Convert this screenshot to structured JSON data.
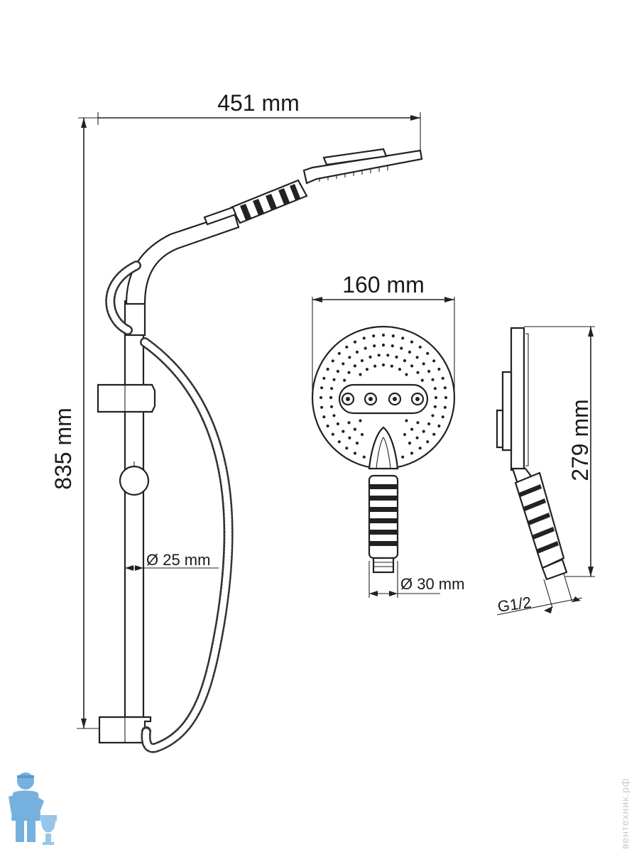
{
  "dimensions": {
    "width_label": "451 mm",
    "height_label": "835 mm",
    "rail_diameter_label": "Ø 25 mm",
    "head_diameter_label": "160 mm",
    "handle_diameter_label": "Ø 30 mm",
    "side_height_label": "279 mm",
    "thread_label": "G1/2"
  },
  "watermark": {
    "site": "вентехник.рф"
  },
  "colors": {
    "line": "#222222",
    "watermark": "#c9c9c9",
    "logo": "#5ea3d9"
  },
  "icons": {
    "logo": "plumber-mascot-icon"
  }
}
